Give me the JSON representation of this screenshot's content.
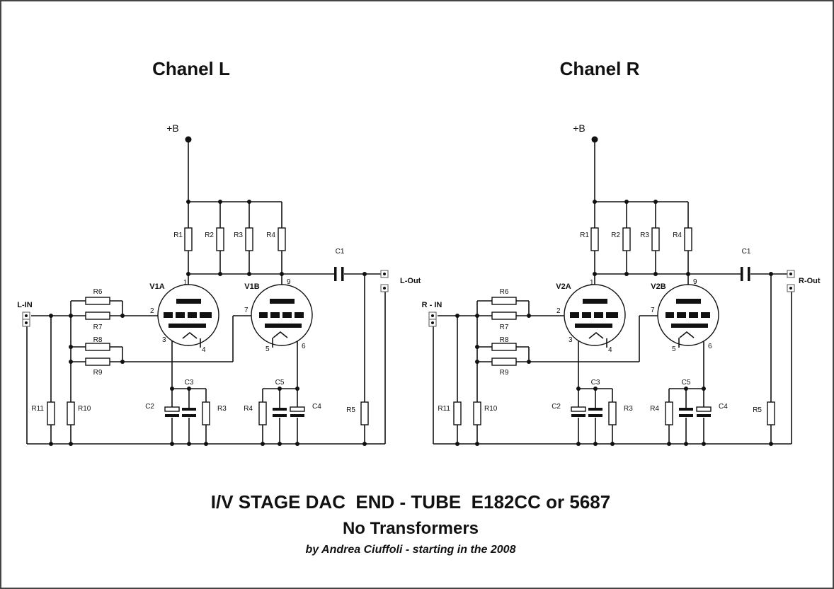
{
  "channels": [
    {
      "title": "Chanel L",
      "supply": "+B",
      "input": "L-IN",
      "output": "L-Out",
      "tube_a": "V1A",
      "tube_b": "V1B",
      "resistors": {
        "r1": "R1",
        "r2": "R2",
        "r3": "R3",
        "r4": "R4",
        "r6": "R6",
        "r7": "R7",
        "r8": "R8",
        "r9": "R9",
        "r11": "R11",
        "r10": "R10",
        "r3b": "R3",
        "r4b": "R4",
        "r5": "R5"
      },
      "capacitors": {
        "c1": "C1",
        "c2": "C2",
        "c3": "C3",
        "c4": "C4",
        "c5": "C5"
      },
      "pins": {
        "p1": "1",
        "p2": "2",
        "p3": "3",
        "p4": "4",
        "p5": "5",
        "p6": "6",
        "p7": "7",
        "p9": "9"
      }
    },
    {
      "title": "Chanel R",
      "supply": "+B",
      "input": "R - IN",
      "output": "R-Out",
      "tube_a": "V2A",
      "tube_b": "V2B",
      "resistors": {
        "r1": "R1",
        "r2": "R2",
        "r3": "R3",
        "r4": "R4",
        "r6": "R6",
        "r7": "R7",
        "r8": "R8",
        "r9": "R9",
        "r11": "R11",
        "r10": "R10",
        "r3b": "R3",
        "r4b": "R4",
        "r5": "R5"
      },
      "capacitors": {
        "c1": "C1",
        "c2": "C2",
        "c3": "C3",
        "c4": "C4",
        "c5": "C5"
      },
      "pins": {
        "p1": "1",
        "p2": "2",
        "p3": "3",
        "p4": "4",
        "p5": "5",
        "p6": "6",
        "p7": "7",
        "p9": "9"
      }
    }
  ],
  "footer": {
    "line1": "I/V STAGE DAC  END - TUBE  E182CC or 5687",
    "line2": "No Transformers",
    "line3": "by Andrea Ciuffoli - starting in the 2008"
  }
}
